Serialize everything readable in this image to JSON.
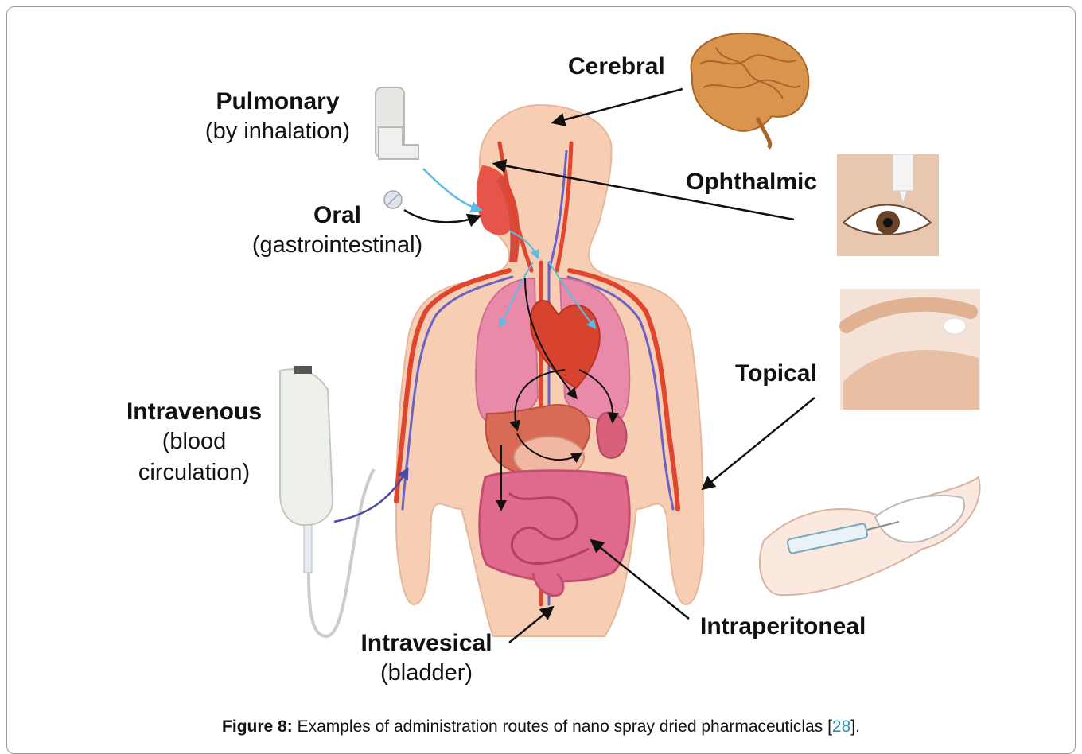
{
  "labels": {
    "pulmonary": {
      "title": "Pulmonary",
      "sub": "(by inhalation)"
    },
    "oral": {
      "title": "Oral",
      "sub": "(gastrointestinal)"
    },
    "cerebral": {
      "title": "Cerebral"
    },
    "ophthalmic": {
      "title": "Ophthalmic"
    },
    "topical": {
      "title": "Topical"
    },
    "intravenous": {
      "title": "Intravenous",
      "sub1": "(blood",
      "sub2": "circulation)"
    },
    "intravesical": {
      "title": "Intravesical",
      "sub": "(bladder)"
    },
    "intraperitoneal": {
      "title": "Intraperitoneal"
    }
  },
  "caption": {
    "figure": "Figure 8:",
    "text": " Examples of administration routes of nano spray dried pharmaceuticlas [",
    "ref": "28",
    "end": "]."
  },
  "colors": {
    "skin": "#f7cdb3",
    "lung": "#e88aa8",
    "artery": "#e0452e",
    "vein": "#6a62c4",
    "arrow_blue": "#5bbde6",
    "intestine": "#e06a8c"
  }
}
